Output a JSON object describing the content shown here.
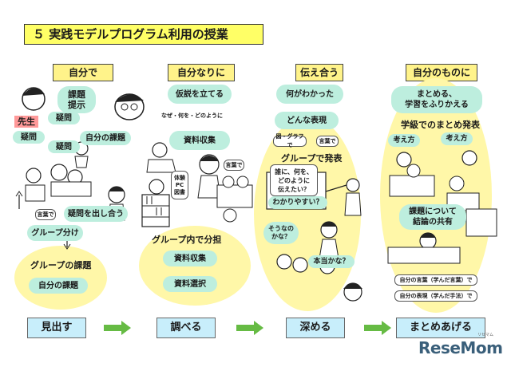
{
  "title": "５ 実践モデルプログラム利用の授業",
  "phases": [
    "自分で",
    "自分なりに",
    "伝え合う",
    "自分のものに"
  ],
  "col1": {
    "kadai_teiji": "課題\n提示",
    "sensei": "先生",
    "gimon": "疑問",
    "jibun_no_kadai_top": "自分の課題",
    "kotoba_de": "言葉で",
    "gimon_wo_dashiau": "疑問を出し合う",
    "group_wake": "グループ分け",
    "group_no_kadai": "グループの課題",
    "jibun_no_kadai": "自分の課題"
  },
  "col2": {
    "kasetsu": "仮説を立てる",
    "naze": "なぜ・何を・どのように",
    "shiryou_shuushuu_top": "資料収集",
    "taiken": "体験\nPC\n図書",
    "kotoba_de": "言葉で",
    "group_bunntan": "グループ内で分担",
    "shiryou_shuushuu": "資料収集",
    "shiryou_sentaku": "資料選択"
  },
  "col3": {
    "nani_ga_wakatta": "何がわかった",
    "donna_hyougen": "どんな表現",
    "zu_graph": "図・グラフで",
    "kotoba_de": "言葉で",
    "group_happyou": "グループで発表",
    "dare_ni": "誰に、何を、\nどのように\n伝えたい？",
    "wakariyasui": "わかりやすい？",
    "sou_nano": "そうなの\nかな？",
    "hontou": "本当かな？"
  },
  "col4": {
    "matomeru": "まとめる、\n学習をふりかえる",
    "gakkyuu": "学級でのまとめ発表",
    "kangaekata": "考え方",
    "kadai_ni_tsuite": "課題について\n結論の共有",
    "jibun_kotoba": "自分の言葉（学んだ言葉）で",
    "jibun_hyougen": "自分の表現（学んだ手法）で"
  },
  "bottom": [
    "見出す",
    "調べる",
    "深める",
    "まとめあげる"
  ],
  "colors": {
    "title_bg": "#ffff66",
    "phase_bg": "#fff38a",
    "oval_bg": "#fff7a8",
    "bubble_bg": "#bdeede",
    "bottom_bg": "#c8eefb",
    "arrow": "#66bb44",
    "sensei_bg": "#ff9999"
  },
  "logo": "ReseMom",
  "logo_sub": "リセマム"
}
